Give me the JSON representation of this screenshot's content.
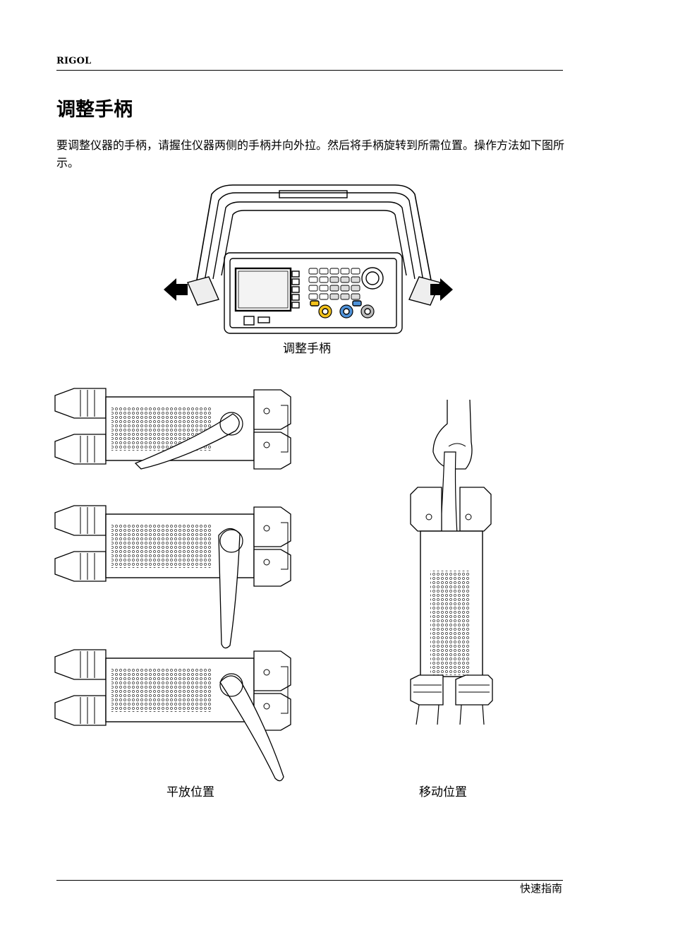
{
  "header": {
    "brand": "RIGOL"
  },
  "section": {
    "title": "调整手柄",
    "paragraph": "要调整仪器的手柄，请握住仪器两侧的手柄并向外拉。然后将手柄旋转到所需位置。操作方法如下图所示。"
  },
  "figures": {
    "front_caption": "调整手柄",
    "horizontal_caption": "平放位置",
    "carry_caption": "移动位置"
  },
  "footer": {
    "text": "快速指南"
  }
}
